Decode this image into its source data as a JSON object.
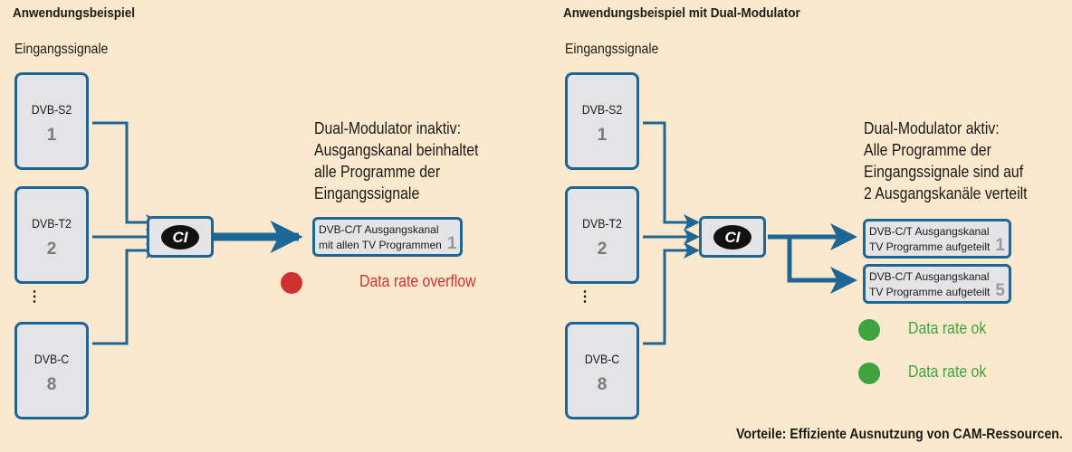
{
  "left": {
    "title": "Anwendungsbeispiel",
    "inputs_label": "Eingangssignale",
    "sources": [
      {
        "name": "DVB-S2",
        "num": "1"
      },
      {
        "name": "DVB-T2",
        "num": "2"
      },
      {
        "name": "DVB-C",
        "num": "8"
      }
    ],
    "ellipsis": "⋮",
    "ci_label": "CI",
    "description": [
      "Dual-Modulator inaktiv:",
      "Ausgangskanal beinhaltet",
      "alle Programme der",
      "Eingangssignale"
    ],
    "output": {
      "line1": "DVB-C/T Ausgangskanal",
      "line2": "mit allen TV Programmen",
      "num": "1"
    },
    "status": {
      "text": "Data rate overflow",
      "color": "#d03030"
    }
  },
  "right": {
    "title": "Anwendungsbeispiel mit Dual-Modulator",
    "inputs_label": "Eingangssignale",
    "sources": [
      {
        "name": "DVB-S2",
        "num": "1"
      },
      {
        "name": "DVB-T2",
        "num": "2"
      },
      {
        "name": "DVB-C",
        "num": "8"
      }
    ],
    "ellipsis": "⋮",
    "ci_label": "CI",
    "description": [
      "Dual-Modulator aktiv:",
      "Alle Programme der",
      "Eingangssignale sind auf",
      "2 Ausgangskanäle verteilt"
    ],
    "outputs": [
      {
        "line1": "DVB-C/T Ausgangskanal",
        "line2": "TV Programme aufgeteilt",
        "num": "1"
      },
      {
        "line1": "DVB-C/T Ausgangskanal",
        "line2": "TV Programme aufgeteilt",
        "num": "5"
      }
    ],
    "status": [
      {
        "text": "Data rate ok",
        "color": "#3fa33f"
      },
      {
        "text": "Data rate ok",
        "color": "#3fa33f"
      }
    ]
  },
  "footer": "Vorteile: Effiziente Ausnutzung von CAM-Ressourcen.",
  "colors": {
    "background": "#fce8cc",
    "line": "#1d6797",
    "box": "#e4e4e6"
  }
}
